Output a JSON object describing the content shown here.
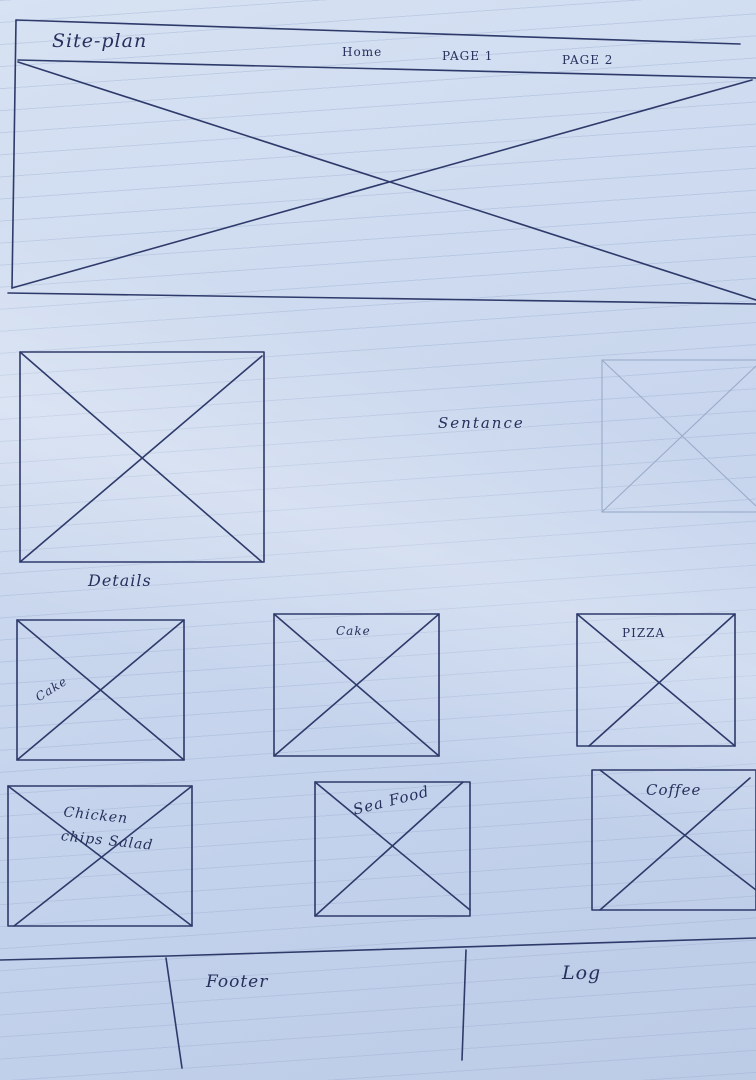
{
  "header": {
    "logo": "Site-plan",
    "nav": [
      "Home",
      "PAGE 1",
      "PAGE 2"
    ]
  },
  "intro": {
    "sentence": "Sentance",
    "details": "Details"
  },
  "cards": [
    {
      "label": "Cake"
    },
    {
      "label": "Cake"
    },
    {
      "label": "PIZZA"
    },
    {
      "label": "Chicken chips Salad"
    },
    {
      "label": "Sea Food"
    },
    {
      "label": "Coffee"
    }
  ],
  "footer": {
    "label": "Footer",
    "log": "Log"
  },
  "ink_color": "#2e3a6a",
  "paper_color": "#cbd8ee"
}
